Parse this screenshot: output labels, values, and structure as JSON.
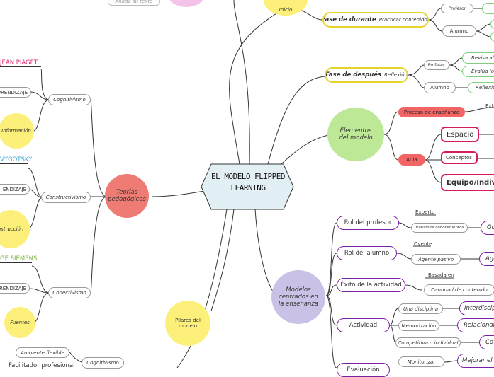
{
  "central": {
    "title": "EL MODELO FLIPPED LEARNING"
  },
  "left": {
    "teorias": "Teorías pedagógicas",
    "pilares": "Pilares del modelo",
    "cognitivismo": "Cognitivismo",
    "constructivismo": "Constructivismo",
    "conectivismo": "Conectivismo",
    "jean_piaget": "JEAN PIAGET",
    "vygotsky": "VYGOTSKY",
    "george_siemens": "GE SIEMENS",
    "aprendizaje_1": "PRENDIZAJE",
    "aprendizaje_2": "ENDIZAJE",
    "aprendizaje_3": "PRENDIZAJE",
    "informacion": "Información",
    "construccion": "nstrucción",
    "fuentes": "Fuentes",
    "anade_texto": "Añada su texto",
    "ambiente_flexible": "Ambiente flexible",
    "facilitador": "Facilitador profesional",
    "cognitivismo_2": "Cognitivismo"
  },
  "right_top": {
    "antes": "Inicio",
    "fase_durante": "Fase de durante",
    "practicar": "Practicar contenidos",
    "profesor_1": "Profesor",
    "alumno_1": "Alumno",
    "fase_despues": "Fase de después",
    "reflexion": "Reflexión",
    "profesor_2": "Profesor",
    "alumno_2": "Alumno",
    "revisa": "Revisa al p",
    "evalua": "Evalúa los",
    "reflexion_2": "Reflexion"
  },
  "elementos": {
    "title": "Elementos del modelo",
    "proceso": "Proceso de enseñanza",
    "extra": "Extr",
    "aula": "Aula",
    "espacio": "Espacio",
    "conceptos": "Conceptos",
    "equipo": "Equipo/Indivi"
  },
  "modelos": {
    "title": "Modelos centrados en la enseñanza",
    "rol_profesor": "Rol del profesor",
    "experto": "Experto",
    "transmite": "Transmite conocimientos",
    "go": "Go",
    "rol_alumno": "Rol del alumno",
    "oyente": "Oyente",
    "agente_pasivo": "Agente pasivo",
    "age": "Age",
    "exito": "Éxito de la actividad",
    "basada_en": "Basada en",
    "cantidad": "Cantidad de contenido",
    "actividad": "Actividad",
    "una_disciplina": "Una disciplina",
    "memorizacion": "Memorización",
    "competitiva": "Competitiva o individual",
    "interdisciplina": "Interdisciplin",
    "relacional": "Relacional",
    "co": "Co",
    "evaluacion": "Evaluación",
    "monitorizar": "Monitorizar",
    "mejorar": "Mejorar el a"
  },
  "colors": {
    "line": "#333333",
    "yellow": "#fdf07a",
    "green": "#bde896",
    "lavender": "#c9c2e6",
    "salmon": "#ee7b74",
    "red": "#f36565",
    "central_fill": "#e2eff5",
    "pink": "#f3c4e8"
  }
}
